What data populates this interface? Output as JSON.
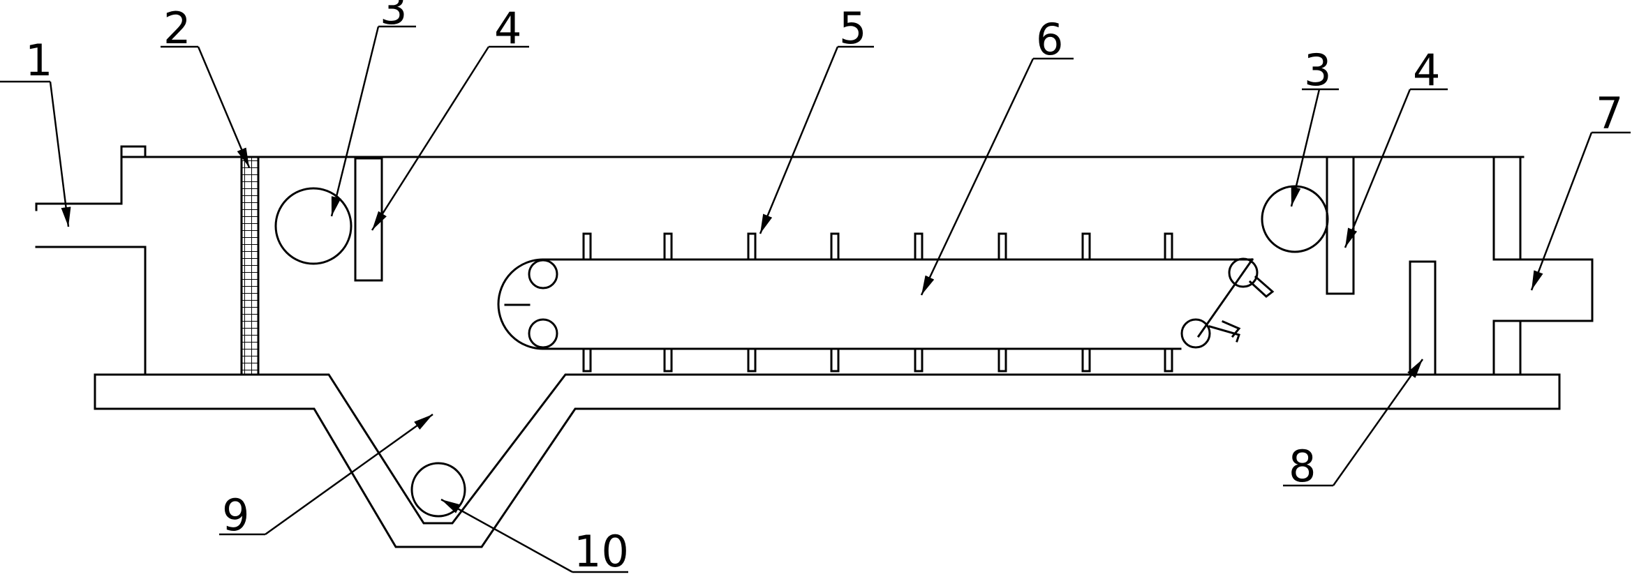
{
  "diagram": {
    "labels": {
      "l1": "1",
      "l2": "2",
      "l3a": "3",
      "l4a": "4",
      "l5": "5",
      "l6": "6",
      "l3b": "3",
      "l4b": "4",
      "l7": "7",
      "l8": "8",
      "l9": "9",
      "l10": "10"
    }
  }
}
